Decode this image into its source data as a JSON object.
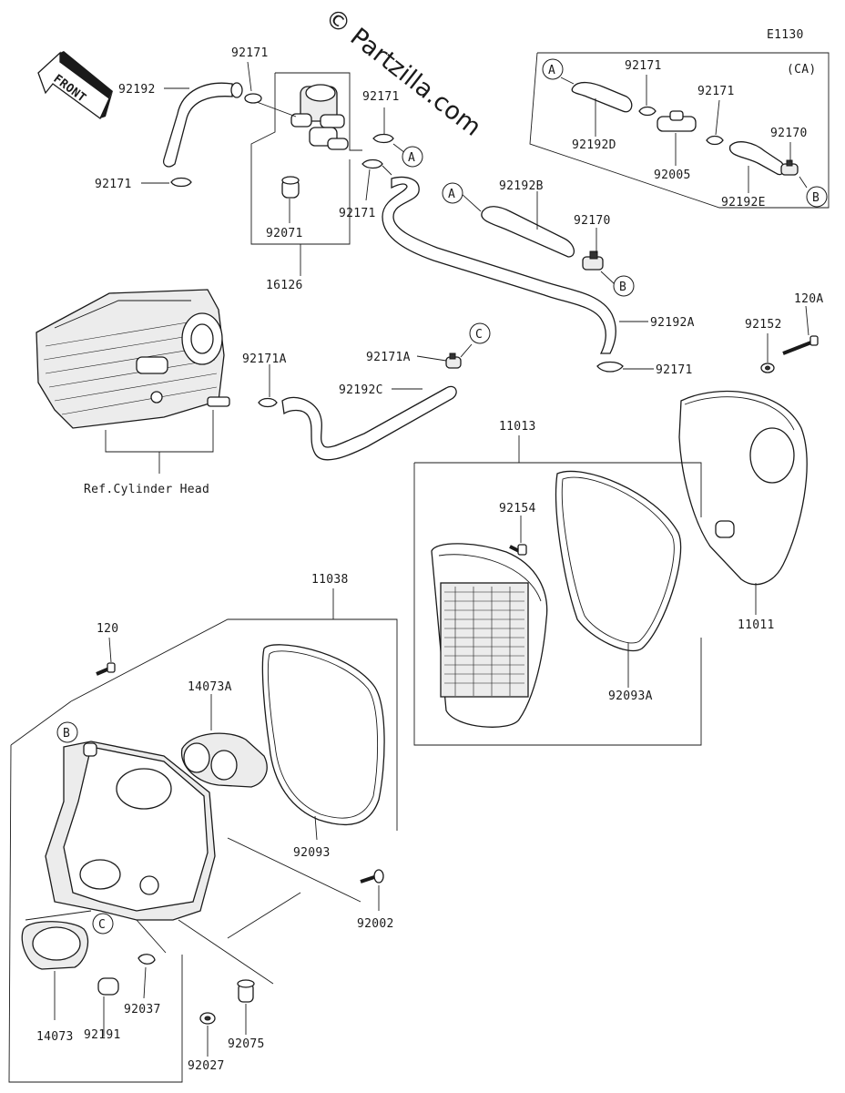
{
  "watermark": "© Partzilla.com",
  "diagram_code": "E1130",
  "variant_label": "(CA)",
  "front_label": "FRONT",
  "ref_label": "Ref.Cylinder Head",
  "part_numbers": {
    "p92192": "92192",
    "p92171_top": "92171",
    "p92171_mid": "92171",
    "p92171_left": "92171",
    "p92171_lower": "92171",
    "p92171_ca": "92171",
    "p92171_ca2": "92171",
    "p92171_right": "92171",
    "p92071": "92071",
    "p16126": "16126",
    "p92192B": "92192B",
    "p92170": "92170",
    "p92170_ca": "92170",
    "p92192D": "92192D",
    "p92005": "92005",
    "p92192E": "92192E",
    "p92192A": "92192A",
    "p120A": "120A",
    "p92152": "92152",
    "p92171A_left": "92171A",
    "p92171A_right": "92171A",
    "p92192C": "92192C",
    "p11013": "11013",
    "p92154": "92154",
    "p11011": "11011",
    "p92093A": "92093A",
    "p11038": "11038",
    "p120": "120",
    "p14073A": "14073A",
    "p92093": "92093",
    "p92002": "92002",
    "p14073": "14073",
    "p92037": "92037",
    "p92191": "92191",
    "p92027": "92027",
    "p92075": "92075"
  },
  "callouts": {
    "A": "A",
    "B": "B",
    "C": "C"
  }
}
